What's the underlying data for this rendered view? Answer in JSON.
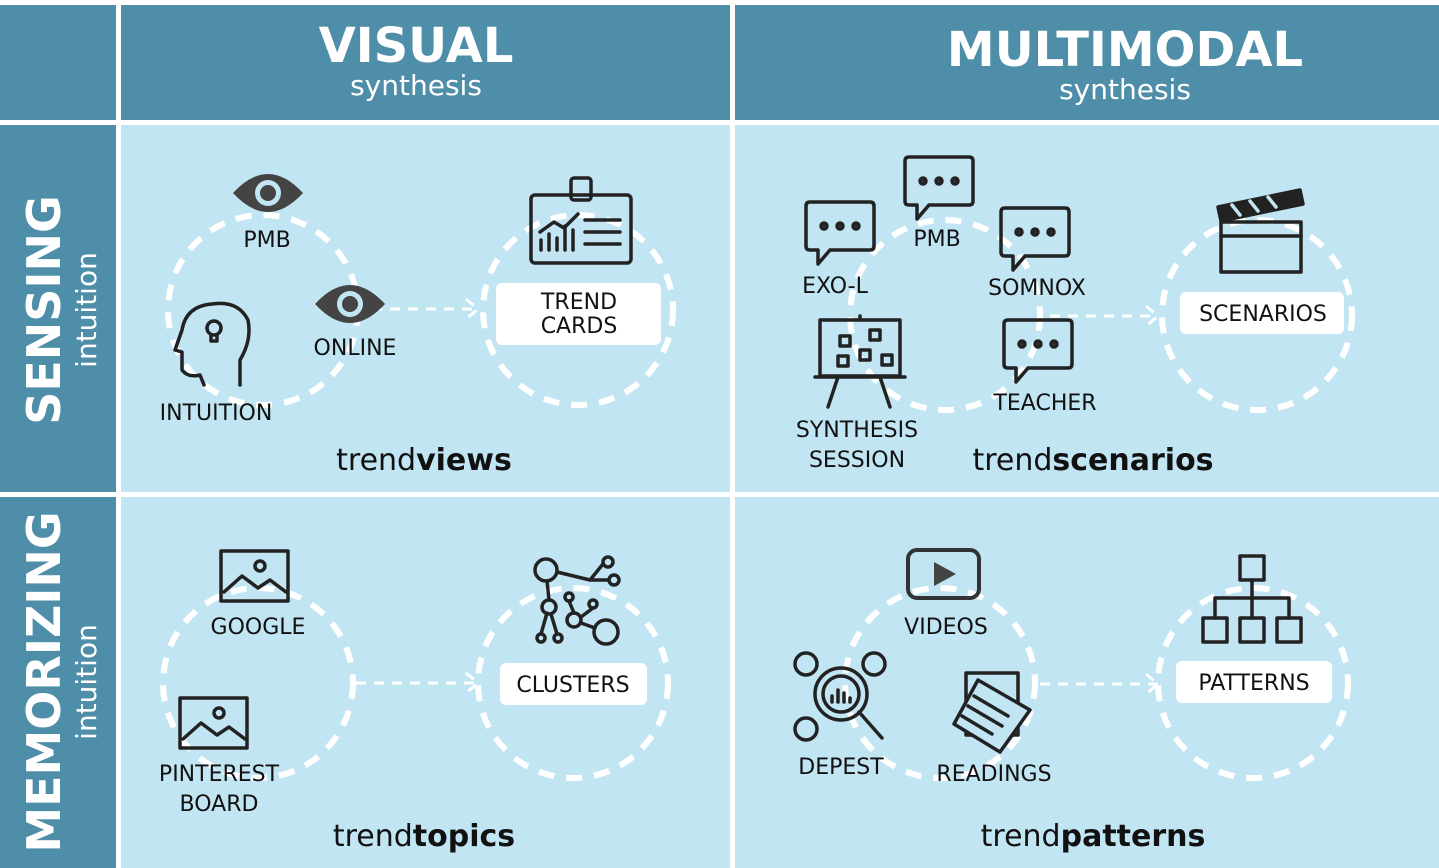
{
  "colors": {
    "header": "#4f8ea8",
    "cell": "#c2e5f3",
    "dash": "#ffffff",
    "text": "#111111"
  },
  "columns": [
    {
      "title": "VISUAL",
      "subtitle": "synthesis"
    },
    {
      "title": "MULTIMODAL",
      "subtitle": "synthesis"
    }
  ],
  "rows": [
    {
      "title": "SENSING",
      "subtitle": "intuition"
    },
    {
      "title": "MEMORIZING",
      "subtitle": "intuition"
    }
  ],
  "cells": {
    "visual_sensing": {
      "sources": [
        "PMB",
        "ONLINE",
        "INTUITION"
      ],
      "output": [
        "TREND",
        "CARDS"
      ],
      "name_prefix": "trend",
      "name_bold": "views"
    },
    "multimodal_sensing": {
      "sources": [
        "EXO-L",
        "PMB",
        "SOMNOX",
        "TEACHER",
        "SYNTHESIS",
        "SESSION"
      ],
      "output": "SCENARIOS",
      "name_prefix": "trend",
      "name_bold": "scenarios"
    },
    "visual_memorizing": {
      "sources": [
        "GOOGLE",
        "PINTEREST",
        "BOARD"
      ],
      "output": "CLUSTERS",
      "name_prefix": "trend",
      "name_bold": "topics"
    },
    "multimodal_memorizing": {
      "sources": [
        "VIDEOS",
        "DEPEST",
        "READINGS"
      ],
      "output": "PATTERNS",
      "name_prefix": "trend",
      "name_bold": "patterns"
    }
  },
  "icons": [
    "eye-icon",
    "head-lightbulb-icon",
    "id-badge-chart-icon",
    "speech-bubble-icon",
    "board-icon",
    "clapperboard-icon",
    "image-icon",
    "network-icon",
    "video-play-icon",
    "people-search-icon",
    "documents-icon",
    "hierarchy-icon"
  ]
}
